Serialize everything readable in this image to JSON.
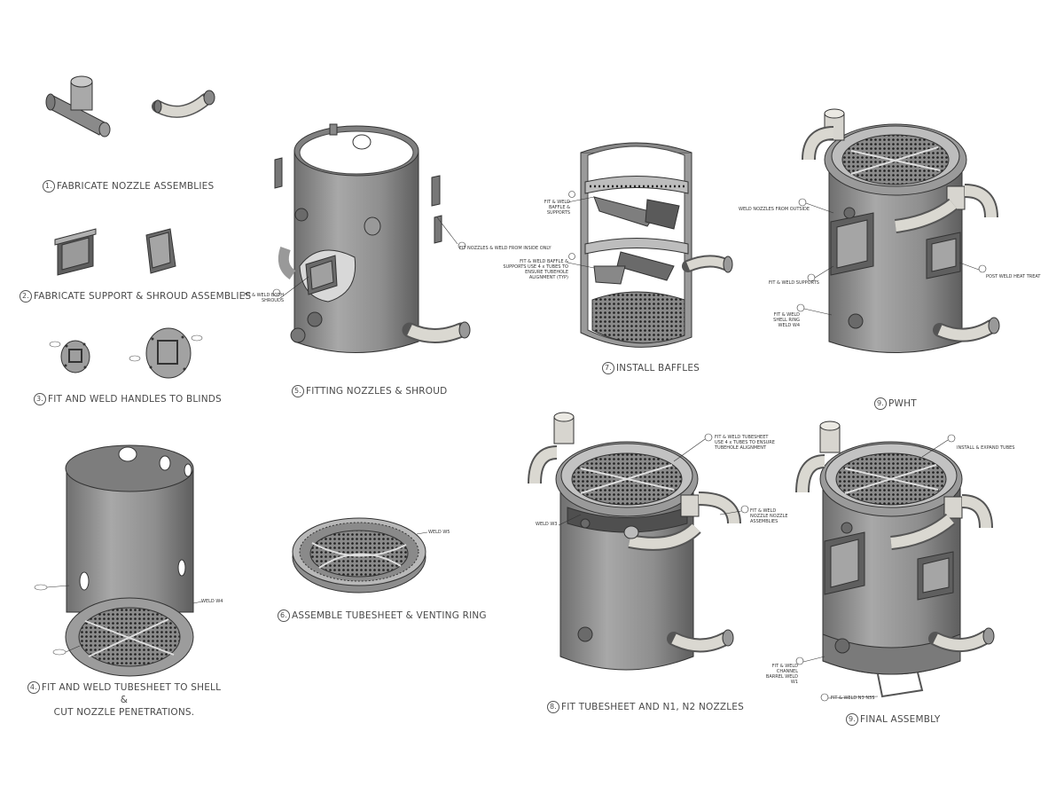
{
  "steps": {
    "s1": {
      "num": "1.",
      "text": "FABRICATE NOZZLE ASSEMBLIES"
    },
    "s2": {
      "num": "2.",
      "text": "FABRICATE SUPPORT & SHROUD ASSEMBLIES"
    },
    "s3": {
      "num": "3.",
      "text": "FIT AND WELD HANDLES TO BLINDS"
    },
    "s4": {
      "num": "4.",
      "line1": "FIT AND WELD TUBESHEET TO SHELL &",
      "line2": "CUT NOZZLE PENETRATIONS."
    },
    "s5": {
      "num": "5.",
      "text": "FITTING NOZZLES & SHROUD"
    },
    "s6": {
      "num": "6.",
      "text": "ASSEMBLE TUBESHEET & VENTING RING"
    },
    "s7": {
      "num": "7.",
      "text": "INSTALL BAFFLES"
    },
    "s8": {
      "num": "8.",
      "text": "FIT TUBESHEET AND N1, N2 NOZZLES"
    },
    "s9a": {
      "num": "9.",
      "text": "PWHT"
    },
    "s9b": {
      "num": "9.",
      "text": "FINAL ASSEMBLY"
    }
  },
  "callouts": {
    "nozzles_inside": "FIT NOZZLES & WELD FROM INSIDE ONLY",
    "fit_weld_shrouds": "FIT & WELD BOTH SHROUDS",
    "baffle_supports": "FIT & WELD BAFFLE & SUPPORTS",
    "baffle_tubes": "FIT & WELD BAFFLE & SUPPORTS USE 4 x TUBES TO ENSURE TUBEHOLE ALIGNMENT (TYP)",
    "weld_nozzles_outside": "WELD NOZZLES FROM OUTSIDE",
    "fit_weld_supports": "FIT & WELD SUPPORTS",
    "post_weld": "POST WELD HEAT TREAT",
    "shell_ring": "FIT & WELD SHELL RING WELD W4",
    "weld_w4": "WELD W4",
    "weld_w5": "WELD W5",
    "tubesheet_align": "FIT & WELD TUBESHEET USE 4 x TUBES TO ENSURE TUBEHOLE ALIGNMENT",
    "weld_w3": "WELD W3",
    "nozzle_assemblies": "FIT & WELD NOZZLE NOZZLE ASSEMBLIES",
    "install_expand": "INSTALL & EXPAND TUBES",
    "channel_barrel": "FIT & WELD CHANNEL BARREL WELD W1",
    "weld_n3": "FIT & WELD N3 N3S"
  },
  "colors": {
    "metal": "#9c9c9c",
    "metal_dark": "#6e6e6e",
    "metal_light": "#c4c4c4",
    "pipe": "#d8d6d0",
    "line": "#333333"
  }
}
